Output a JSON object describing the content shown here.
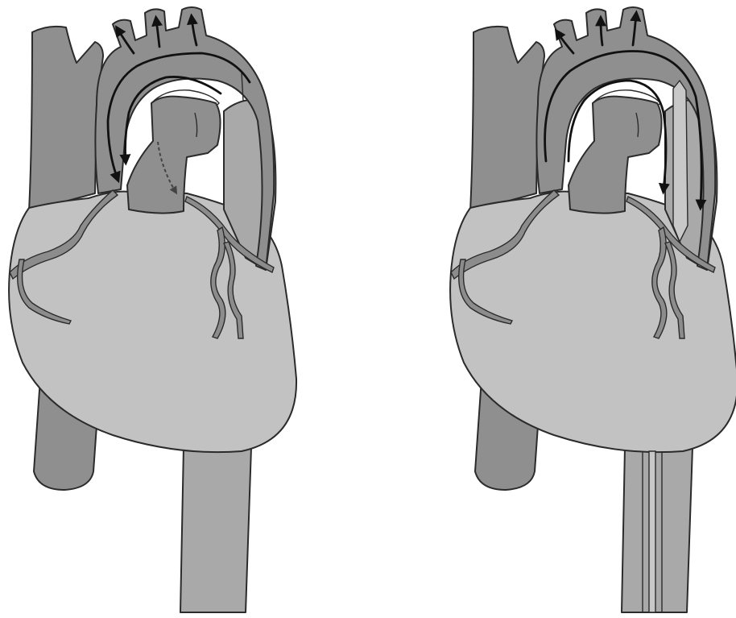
{
  "figure": {
    "panels": [
      {
        "id": "left",
        "description_visible": false
      },
      {
        "id": "right",
        "description_visible": false
      }
    ],
    "colors": {
      "background": "#ffffff",
      "heart": "#c2c2c2",
      "vessel_dark": "#8f8f8f",
      "vessel_mid": "#a9a9a9",
      "outline": "#2b2b2b",
      "arrow": "#111111"
    },
    "icons": [
      "heart-illustration",
      "flow-arrow"
    ]
  }
}
